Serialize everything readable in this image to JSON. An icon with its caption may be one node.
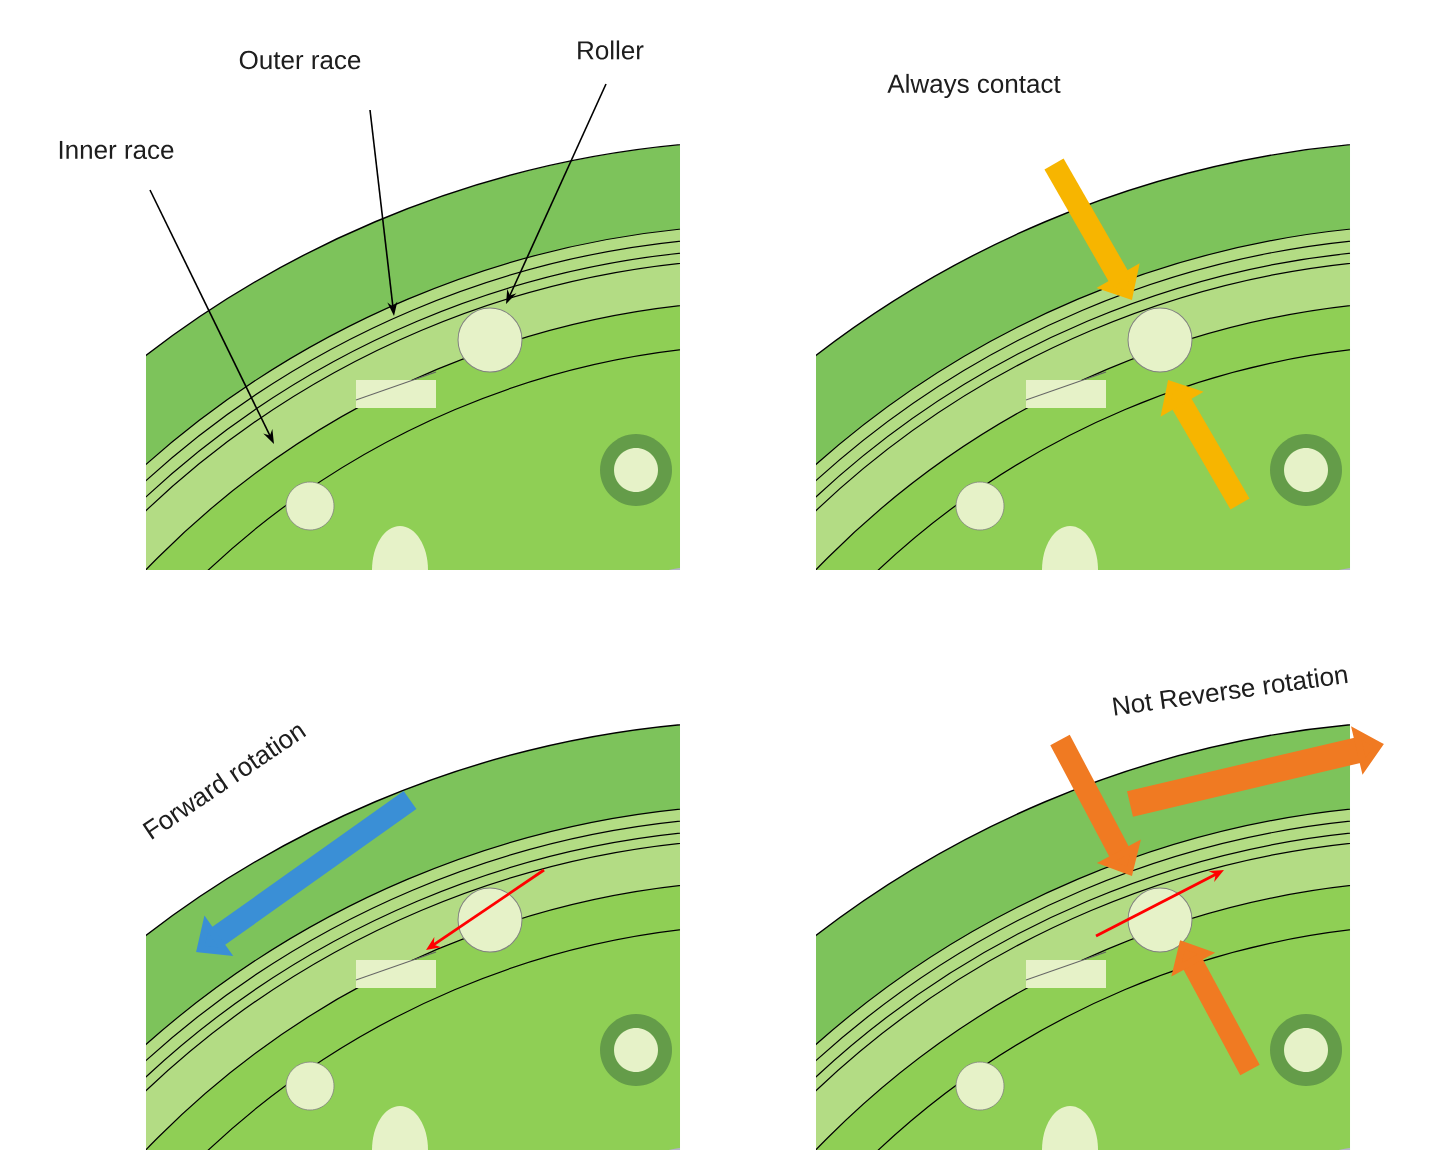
{
  "diagram": {
    "nodes": [
      {
        "text": [
          "Inner race"
        ]
      },
      {
        "text": [
          "Outer race"
        ]
      },
      {
        "text": [
          "Roller"
        ]
      }
    ],
    "edges": [
      {
        "from": 0,
        "to": null,
        "arrow": "to"
      },
      {
        "from": 1,
        "to": null,
        "arrow": "to"
      },
      {
        "from": 2,
        "to": null,
        "arrow": "to"
      }
    ],
    "labels": [
      "Always contact",
      "Forward rotation",
      "Not Reverse rotation"
    ]
  }
}
